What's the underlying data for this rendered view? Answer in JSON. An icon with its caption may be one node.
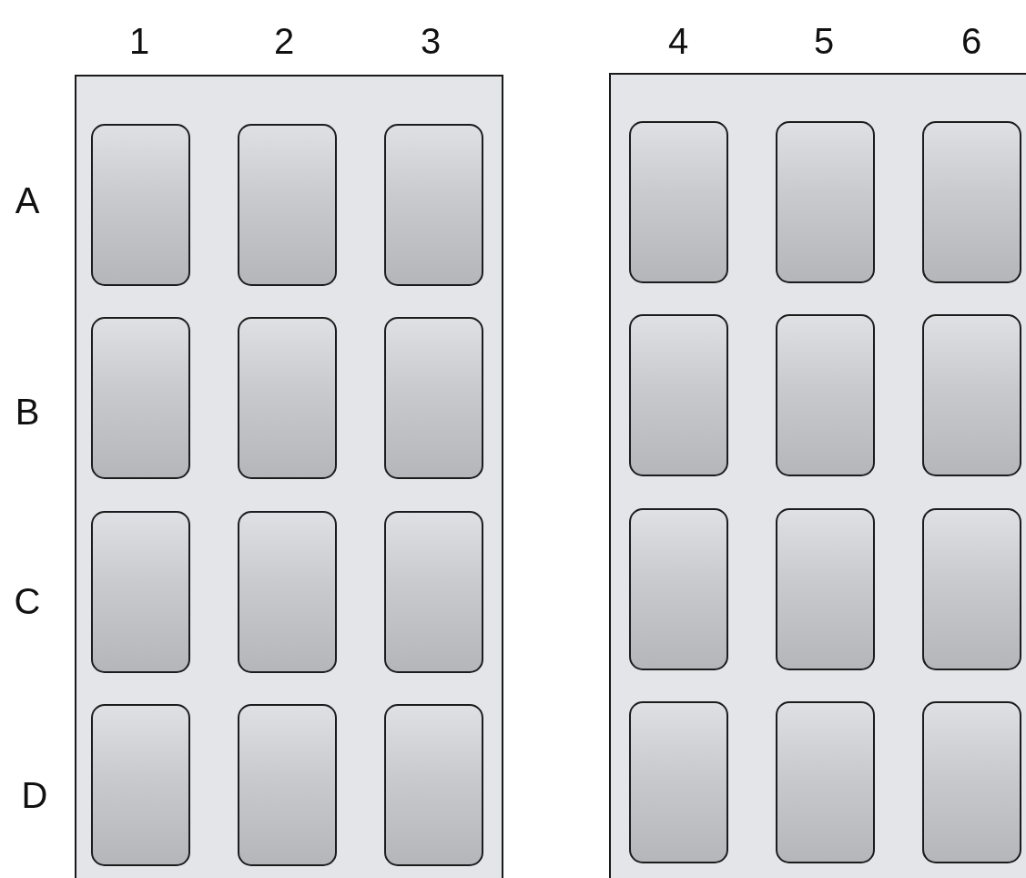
{
  "diagram": {
    "nodes": [
      {
        "text": [],
        "shape": "box"
      },
      {
        "text": [],
        "shape": "box",
        "in": 0
      },
      {
        "text": [],
        "shape": "box",
        "in": 0
      },
      {
        "text": [],
        "shape": "box",
        "in": 0
      },
      {
        "text": [],
        "shape": "box",
        "in": 0
      },
      {
        "text": [],
        "shape": "box",
        "in": 0
      },
      {
        "text": [],
        "shape": "box",
        "in": 0
      },
      {
        "text": [],
        "shape": "box",
        "in": 0
      },
      {
        "text": [],
        "shape": "box",
        "in": 0
      },
      {
        "text": [],
        "shape": "box",
        "in": 0
      },
      {
        "text": [],
        "shape": "box",
        "in": 0
      },
      {
        "text": [],
        "shape": "box",
        "in": 0
      },
      {
        "text": [],
        "shape": "box",
        "in": 0
      },
      {
        "text": [],
        "shape": "box"
      },
      {
        "text": [],
        "shape": "box",
        "in": 13
      },
      {
        "text": [],
        "shape": "box",
        "in": 13
      },
      {
        "text": [],
        "shape": "box",
        "in": 13
      },
      {
        "text": [],
        "shape": "box",
        "in": 13
      },
      {
        "text": [],
        "shape": "box",
        "in": 13
      },
      {
        "text": [],
        "shape": "box",
        "in": 13
      },
      {
        "text": [],
        "shape": "box",
        "in": 13
      },
      {
        "text": [],
        "shape": "box",
        "in": 13
      },
      {
        "text": [],
        "shape": "box",
        "in": 13
      },
      {
        "text": [],
        "shape": "box",
        "in": 13
      },
      {
        "text": [],
        "shape": "box",
        "in": 13
      },
      {
        "text": [],
        "shape": "box",
        "in": 13
      }
    ],
    "labels": [
      "1",
      "2",
      "3",
      "4",
      "5",
      "6",
      "A",
      "B",
      "C",
      "D"
    ]
  }
}
